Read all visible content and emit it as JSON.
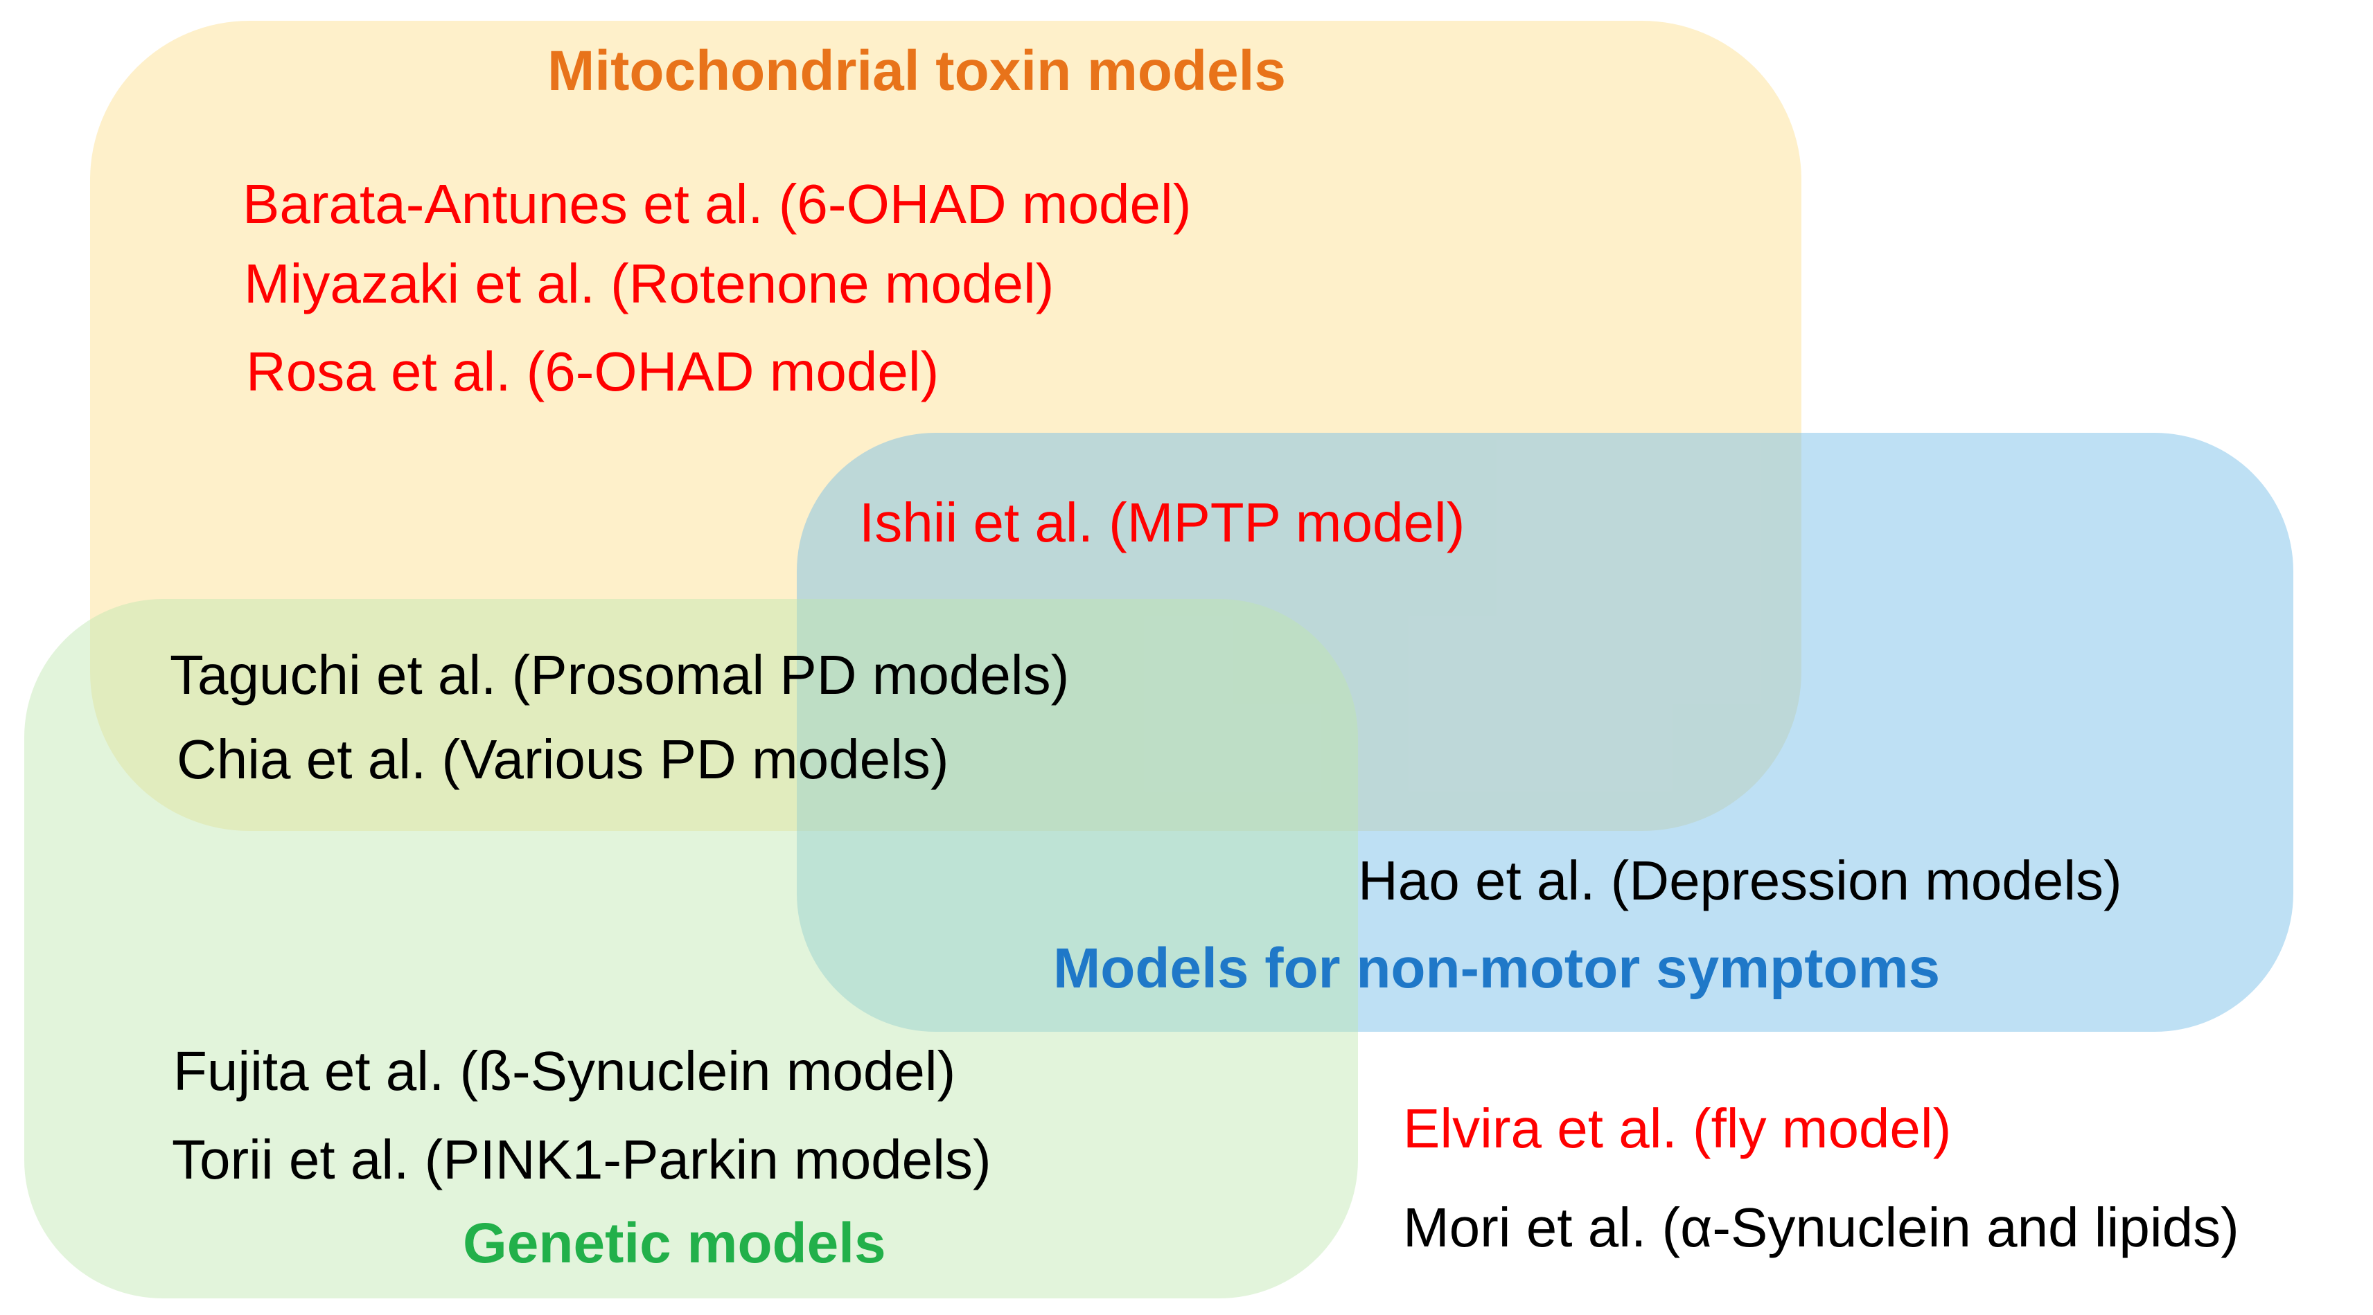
{
  "colors": {
    "mitochondrial_title": "#E8731A",
    "non_motor_title": "#1F78C8",
    "genetic_title": "#22B04A",
    "red_text": "#FF0000",
    "black_text": "#000000"
  },
  "regions": {
    "mitochondrial": {
      "title": "Mitochondrial toxin models",
      "studies": [
        "Barata-Antunes et al. (6-OHAD model)",
        "Miyazaki et al. (Rotenone model)",
        "Rosa et al. (6-OHAD model)"
      ]
    },
    "mitochondrial_nonmotor": {
      "studies": [
        "Ishii et al. (MPTP model)"
      ]
    },
    "mitochondrial_genetic": {
      "studies": [
        "Taguchi et al. (Prosomal PD models)",
        "Chia et al. (Various PD models)"
      ]
    },
    "non_motor": {
      "title": "Models for non-motor symptoms",
      "studies": [
        "Hao et al. (Depression models)"
      ]
    },
    "genetic": {
      "title": "Genetic models",
      "studies": [
        "Fujita et al. (ß-Synuclein model)",
        "Torii et al. (PINK1-Parkin models)"
      ]
    },
    "outside": {
      "studies": [
        "Elvira et al. (fly model)",
        "Mori et al. (α-Synuclein and lipids)"
      ]
    }
  }
}
